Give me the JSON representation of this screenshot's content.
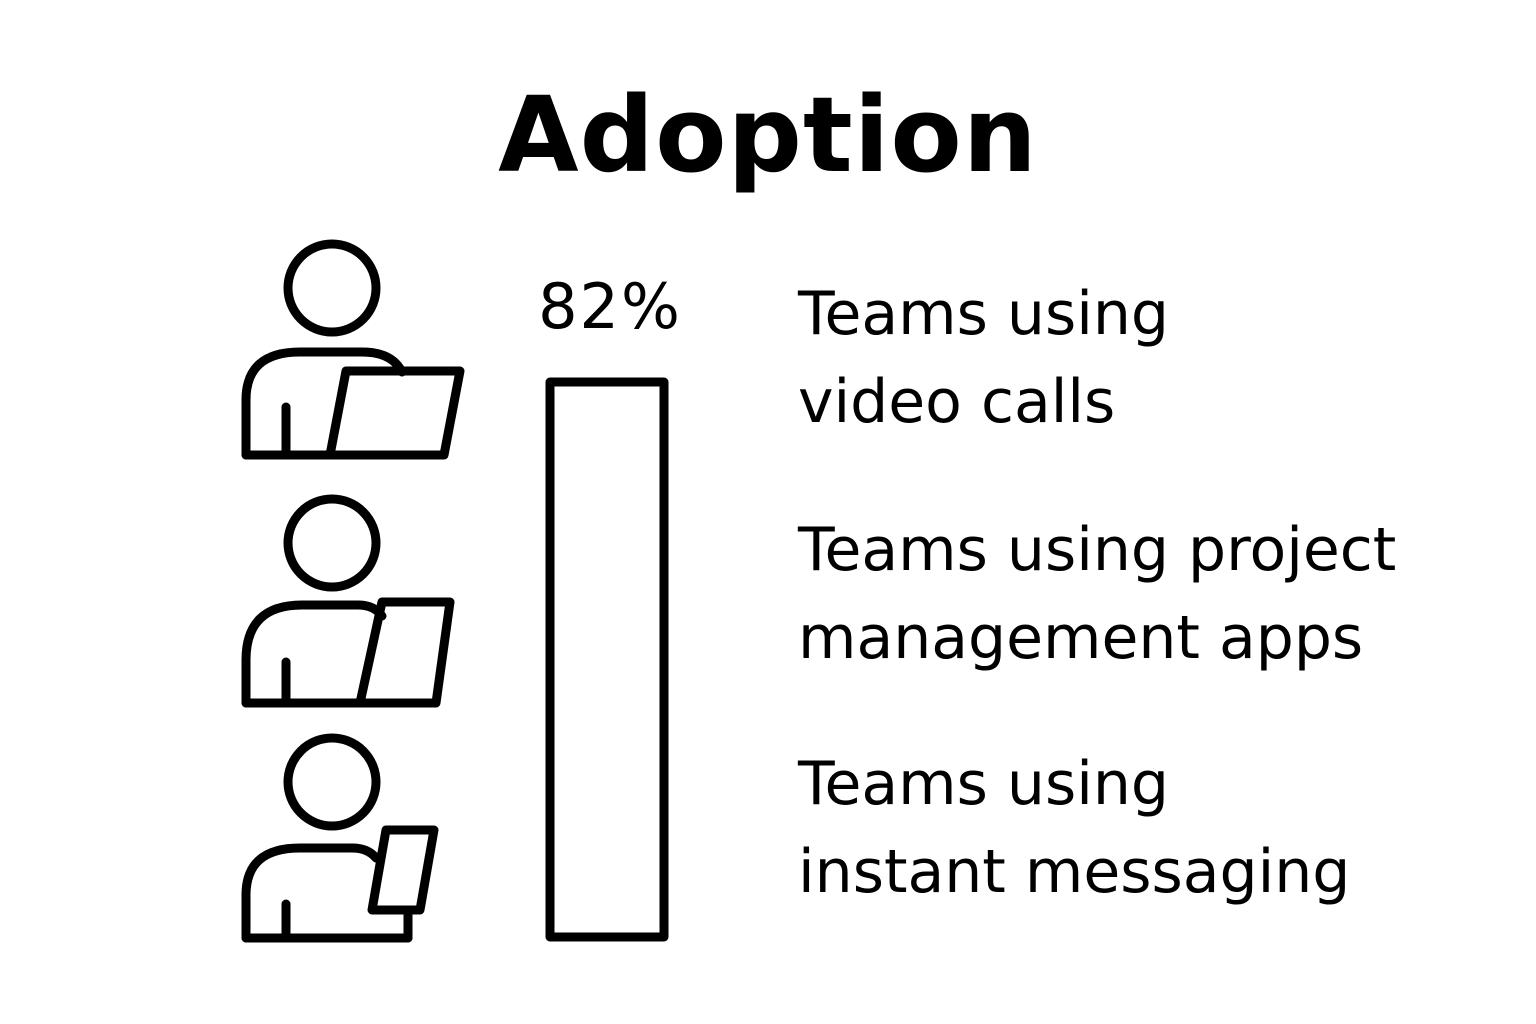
{
  "title": "Adoption",
  "bar": {
    "percent_label": "82%",
    "value": 82
  },
  "labels": [
    {
      "line1": "Teams using",
      "line2": "video calls"
    },
    {
      "line1": "Teams using project",
      "line2": "management apps"
    },
    {
      "line1": "Teams using",
      "line2": "instant messaging"
    }
  ],
  "icons": [
    "person-with-laptop-icon",
    "person-with-laptop-icon",
    "person-with-phone-icon"
  ],
  "colors": {
    "stroke": "#000000",
    "background": "#ffffff"
  }
}
